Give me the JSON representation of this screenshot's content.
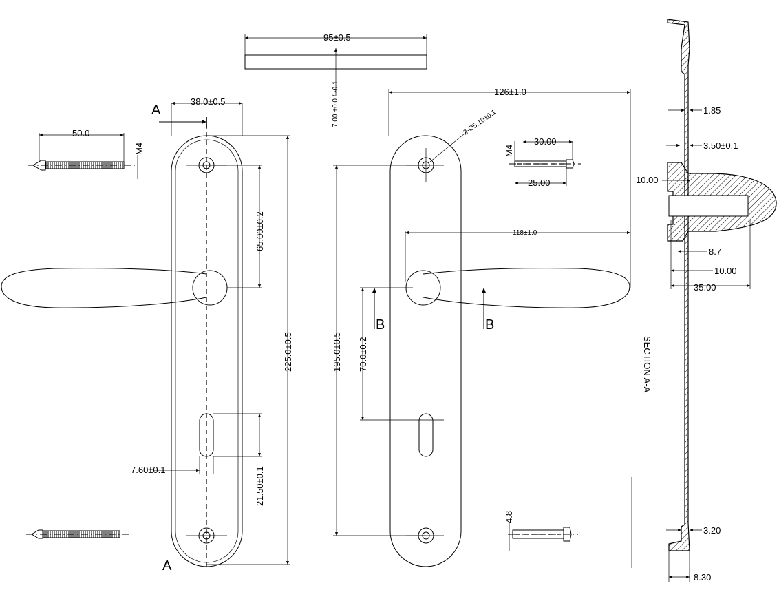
{
  "dimensions": {
    "plate_width": "38.0±0.5",
    "overall_length": "225.0±0.5",
    "hole_to_handle": "65.00±0.2",
    "slot_width": "7.60±0.1",
    "slot_length": "21.50±0.1",
    "screw_length": "50.0",
    "screw_thread": "M4",
    "top_view_width": "95±0.5",
    "top_view_thickness": "7.00 +0.0 / -0.1",
    "total_width": "126±1.0",
    "hole_callout": "2-Ø5.10±0.1",
    "handle_length": "118±1.0",
    "hole_spacing": "195.0±0.5",
    "handle_to_slot": "70.0±0.2",
    "bolt_thread": "M4",
    "bolt_length": "30.00",
    "bolt_shank": "25.00",
    "pin_dia": "4.8",
    "sec_185": "1.85",
    "sec_350": "3.50±0.1",
    "sec_1000a": "10.00",
    "sec_87": "8.7",
    "sec_1000b": "10.00",
    "sec_3500": "35.00",
    "sec_320": "3.20",
    "sec_830": "8.30"
  },
  "labels": {
    "section_A": "A",
    "section_B": "B",
    "section_title": "SECTION  A-A"
  }
}
